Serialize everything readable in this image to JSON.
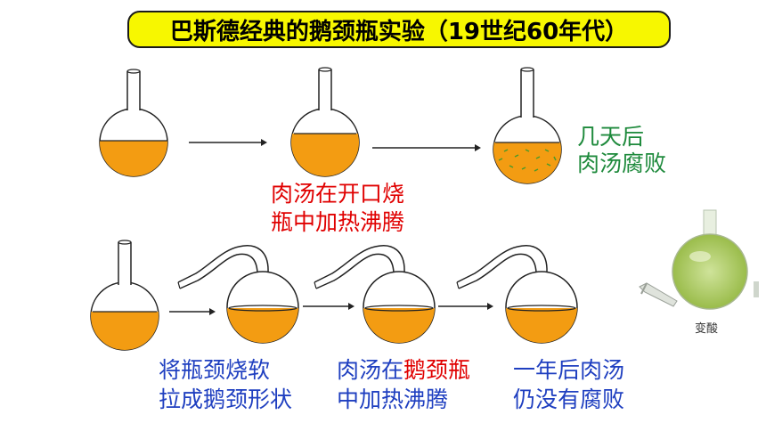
{
  "title": "巴斯德经典的鹅颈瓶实验（19世纪60年代）",
  "row1": {
    "result_line1": "几天后",
    "result_line2": "肉汤腐败",
    "step_line1": "肉汤在开口烧",
    "step_line2": "瓶中加热沸腾"
  },
  "row2": {
    "step1_line1": "将瓶颈烧软",
    "step1_line2": "拉成鹅颈形状",
    "step2_line1_a": "肉汤在",
    "step2_line1_b": "鹅颈瓶",
    "step2_line2": "中加热沸腾",
    "result_line1": "一年后肉汤",
    "result_line2": "仍没有腐败"
  },
  "side_image": {
    "caption": "变酸"
  },
  "colors": {
    "title_bg": "#f7f700",
    "broth": "#f39c12",
    "green_text": "#1e8a3c",
    "red_text": "#e00000",
    "blue_text": "#1f3fc0"
  }
}
